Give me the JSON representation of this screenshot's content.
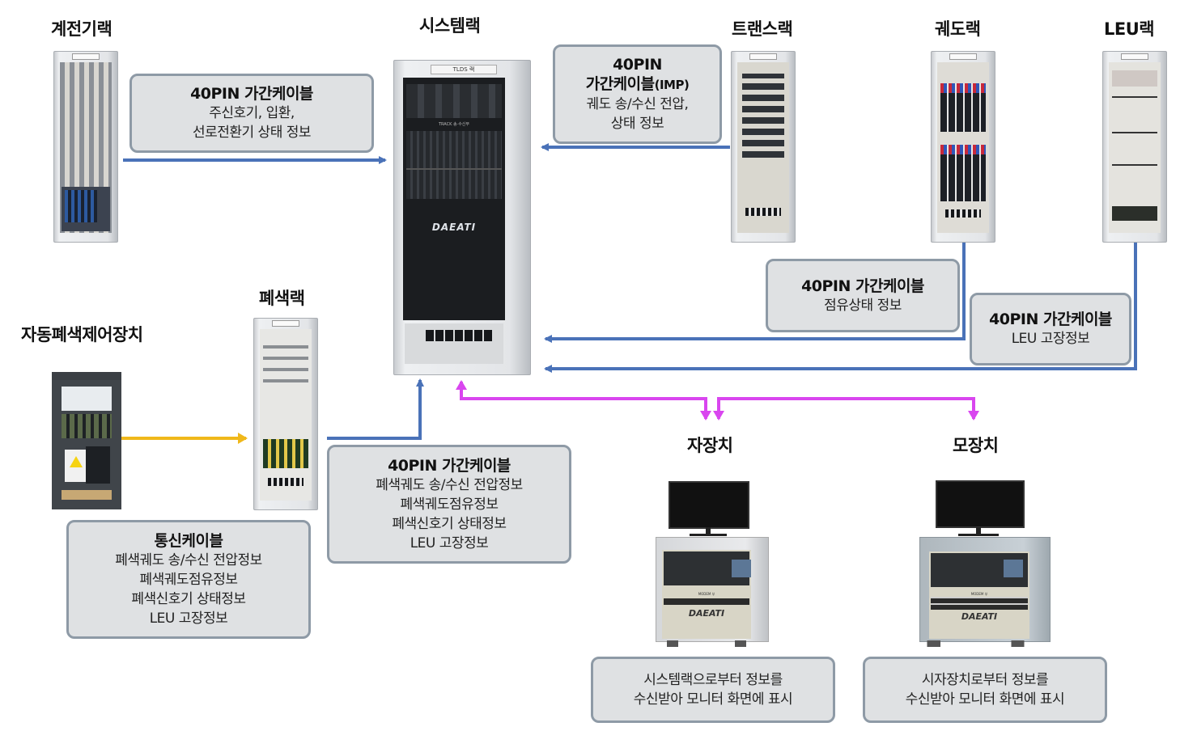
{
  "colors": {
    "cable_40pin": "#4a72b8",
    "comm_cable": "#f0b81a",
    "display_link": "#d946ef",
    "box_fill": "#dfe1e3",
    "box_border": "#8e9aa6"
  },
  "devices": {
    "relay_rack": {
      "label": "계전기랙"
    },
    "system_rack": {
      "label": "시스템랙",
      "brand": "DAEATI",
      "plate": "TLDS 랙",
      "panel": "TRACK 송·수신부"
    },
    "trans_rack": {
      "label": "트랜스랙"
    },
    "track_rack": {
      "label": "궤도랙"
    },
    "leu_rack": {
      "label": "LEU랙"
    },
    "block_rack": {
      "label": "폐색랙"
    },
    "auto_block_controller": {
      "label": "자동폐색제어장치"
    },
    "slave_unit": {
      "label": "자장치",
      "brand": "DAEATI",
      "modem": "MODEM 부"
    },
    "master_unit": {
      "label": "모장치",
      "brand": "DAEATI",
      "modem": "MODEM 부"
    }
  },
  "connections": {
    "relay_to_system": {
      "title": "40PIN 가간케이블",
      "lines": [
        "주신호기, 입환,",
        "선로전환기 상태 정보"
      ]
    },
    "trans_to_system": {
      "title_line1": "40PIN",
      "title_line2": "가간케이블",
      "title_suffix": "(IMP)",
      "lines": [
        "궤도 송/수신 전압,",
        "상태 정보"
      ]
    },
    "track_to_system": {
      "title": "40PIN 가간케이블",
      "lines": [
        "점유상태 정보"
      ]
    },
    "leu_to_system": {
      "title": "40PIN 가간케이블",
      "lines": [
        "LEU 고장정보"
      ]
    },
    "block_to_system": {
      "title": "40PIN 가간케이블",
      "lines": [
        "폐색궤도 송/수신 전압정보",
        "폐색궤도점유정보",
        "폐색신호기 상태정보",
        "LEU 고장정보"
      ]
    },
    "controller_to_block": {
      "title": "통신케이블",
      "lines": [
        "폐색궤도 송/수신 전압정보",
        "폐색궤도점유정보",
        "폐색신호기 상태정보",
        "LEU 고장정보"
      ]
    },
    "slave_desc": {
      "lines": [
        "시스템랙으로부터 정보를",
        "수신받아 모니터 화면에 표시"
      ]
    },
    "master_desc": {
      "lines": [
        "시자장치로부터 정보를",
        "수신받아 모니터 화면에 표시"
      ]
    }
  }
}
